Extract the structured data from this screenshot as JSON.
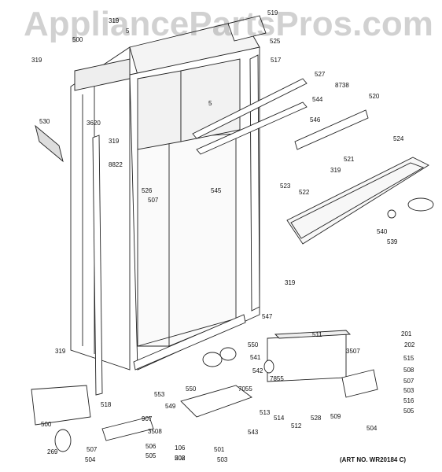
{
  "watermark": "AppliancePartsPros.com",
  "art_number": "(ART NO. WR20184 C)",
  "parts": [
    {
      "id": "319"
    },
    {
      "id": "5"
    },
    {
      "id": "500"
    },
    {
      "id": "319"
    },
    {
      "id": "519"
    },
    {
      "id": "525"
    },
    {
      "id": "517"
    },
    {
      "id": "527"
    },
    {
      "id": "8738"
    },
    {
      "id": "544"
    },
    {
      "id": "520"
    },
    {
      "id": "5"
    },
    {
      "id": "546"
    },
    {
      "id": "3620"
    },
    {
      "id": "530"
    },
    {
      "id": "319"
    },
    {
      "id": "8822"
    },
    {
      "id": "521"
    },
    {
      "id": "524"
    },
    {
      "id": "319"
    },
    {
      "id": "523"
    },
    {
      "id": "526"
    },
    {
      "id": "522"
    },
    {
      "id": "507"
    },
    {
      "id": "545"
    },
    {
      "id": "540"
    },
    {
      "id": "539"
    },
    {
      "id": "319"
    },
    {
      "id": "547"
    },
    {
      "id": "201"
    },
    {
      "id": "511"
    },
    {
      "id": "550"
    },
    {
      "id": "202"
    },
    {
      "id": "541"
    },
    {
      "id": "3507"
    },
    {
      "id": "515"
    },
    {
      "id": "319"
    },
    {
      "id": "542"
    },
    {
      "id": "508"
    },
    {
      "id": "7855"
    },
    {
      "id": "507"
    },
    {
      "id": "553"
    },
    {
      "id": "550"
    },
    {
      "id": "503"
    },
    {
      "id": "7055"
    },
    {
      "id": "518"
    },
    {
      "id": "516"
    },
    {
      "id": "500"
    },
    {
      "id": "549"
    },
    {
      "id": "513"
    },
    {
      "id": "514"
    },
    {
      "id": "528"
    },
    {
      "id": "509"
    },
    {
      "id": "505"
    },
    {
      "id": "907"
    },
    {
      "id": "512"
    },
    {
      "id": "543"
    },
    {
      "id": "504"
    },
    {
      "id": "3508"
    },
    {
      "id": "106"
    },
    {
      "id": "202"
    },
    {
      "id": "269"
    },
    {
      "id": "506"
    },
    {
      "id": "507"
    },
    {
      "id": "505"
    },
    {
      "id": "504"
    },
    {
      "id": "501"
    },
    {
      "id": "508"
    },
    {
      "id": "503"
    }
  ]
}
